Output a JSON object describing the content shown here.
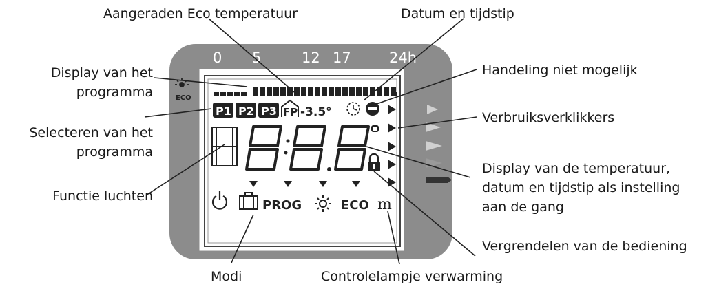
{
  "callouts": {
    "eco_temp": "Aangeraden Eco temperatuur",
    "datetime": "Datum en tijdstip",
    "program_display": [
      "Display van het",
      "programma"
    ],
    "not_possible": "Handeling niet mogelijk",
    "select_program": [
      "Selecteren van het",
      "programma"
    ],
    "consumption": "Verbruiksverklikkers",
    "ventilation": "Functie luchten",
    "temp_display": [
      "Display van de temperatuur,",
      "datum en tijdstip als instelling",
      "aan de gang"
    ],
    "lock": "Vergrendelen van de bediening",
    "modes": "Modi",
    "heating_lamp": "Controlelampje verwarming"
  },
  "lcd": {
    "hours": [
      "0",
      "5",
      "12",
      "17",
      "24h"
    ],
    "programs": [
      "P1",
      "P2",
      "P3"
    ],
    "fp": "FP",
    "eco_offset": "-3.5°",
    "digits": "8:8.8",
    "eco_small": "ECO",
    "prog": "PROG",
    "eco_mode": "ECO",
    "heat_glyph": "m"
  },
  "colors": {
    "bezel": "#8c8c8c",
    "bezel_arrows": "#d0d0d0",
    "active_arrow": "#333333",
    "lcd_bg": "#ffffff",
    "segment": "#222222"
  }
}
